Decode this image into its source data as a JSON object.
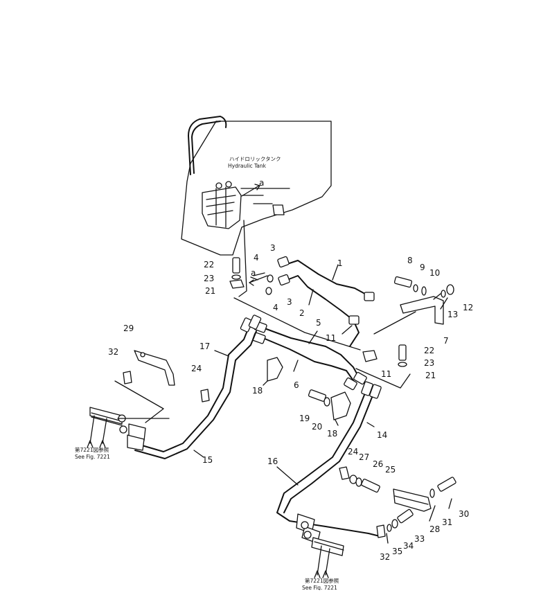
{
  "tank": {
    "label_jp": "ハイドロリックタンク",
    "label_en": "Hydraulic Tank"
  },
  "view_marks": [
    "a",
    "a"
  ],
  "refs": [
    {
      "jp": "第7221図参照",
      "en": "See Fig. 7221"
    },
    {
      "jp": "第7221図参照",
      "en": "See Fig. 7221"
    }
  ],
  "callouts": [
    "1",
    "2",
    "3",
    "3",
    "4",
    "4",
    "5",
    "6",
    "7",
    "8",
    "9",
    "10",
    "11",
    "11",
    "12",
    "13",
    "14",
    "15",
    "16",
    "17",
    "18",
    "18",
    "19",
    "20",
    "21",
    "21",
    "22",
    "22",
    "23",
    "23",
    "24",
    "24",
    "25",
    "26",
    "27",
    "28",
    "29",
    "30",
    "31",
    "32",
    "32",
    "33",
    "34",
    "35"
  ]
}
